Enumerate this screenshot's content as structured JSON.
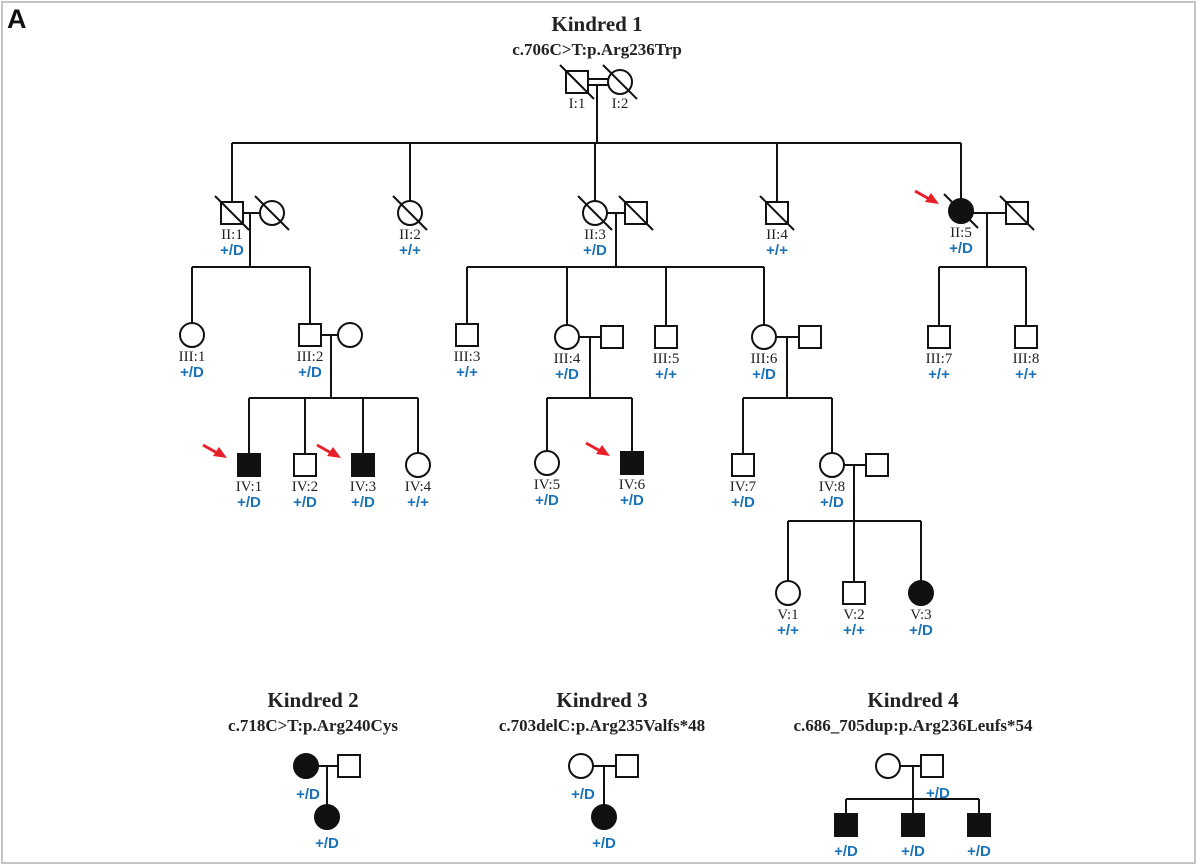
{
  "panel_label": "A",
  "colors": {
    "genotype": "#1a73b8",
    "proband_arrow": "#e8202a",
    "affected": "#111111",
    "line": "#111111"
  },
  "legend_genotypes": {
    "het": "+/D",
    "wt": "+/+"
  },
  "kindreds": [
    {
      "title": "Kindred 1",
      "variant": "c.706C>T:p.Arg236Trp",
      "individuals": [
        {
          "id": "I:1",
          "sex": "male",
          "affected": false,
          "deceased": true,
          "genotype": ""
        },
        {
          "id": "I:2",
          "sex": "female",
          "affected": false,
          "deceased": true,
          "genotype": ""
        },
        {
          "id": "II:1",
          "sex": "male",
          "affected": false,
          "deceased": true,
          "genotype": "+/D"
        },
        {
          "id": "II:1-spouse",
          "sex": "female",
          "affected": false,
          "deceased": true,
          "genotype": ""
        },
        {
          "id": "II:2",
          "sex": "female",
          "affected": false,
          "deceased": true,
          "genotype": "+/+"
        },
        {
          "id": "II:3",
          "sex": "female",
          "affected": false,
          "deceased": true,
          "genotype": "+/D"
        },
        {
          "id": "II:3-spouse",
          "sex": "male",
          "affected": false,
          "deceased": true,
          "genotype": ""
        },
        {
          "id": "II:4",
          "sex": "male",
          "affected": false,
          "deceased": true,
          "genotype": "+/+"
        },
        {
          "id": "II:5",
          "sex": "female",
          "affected": true,
          "deceased": true,
          "proband": true,
          "genotype": "+/D"
        },
        {
          "id": "II:5-spouse",
          "sex": "male",
          "affected": false,
          "deceased": true,
          "genotype": ""
        },
        {
          "id": "III:1",
          "sex": "female",
          "affected": false,
          "deceased": false,
          "genotype": "+/D"
        },
        {
          "id": "III:2",
          "sex": "male",
          "affected": false,
          "deceased": false,
          "genotype": "+/D"
        },
        {
          "id": "III:2-spouse",
          "sex": "female",
          "affected": false,
          "deceased": false,
          "genotype": ""
        },
        {
          "id": "III:3",
          "sex": "male",
          "affected": false,
          "deceased": false,
          "genotype": "+/+"
        },
        {
          "id": "III:4",
          "sex": "female",
          "affected": false,
          "deceased": false,
          "genotype": "+/D"
        },
        {
          "id": "III:4-spouse",
          "sex": "male",
          "affected": false,
          "deceased": false,
          "genotype": ""
        },
        {
          "id": "III:5",
          "sex": "male",
          "affected": false,
          "deceased": false,
          "genotype": "+/+"
        },
        {
          "id": "III:6",
          "sex": "female",
          "affected": false,
          "deceased": false,
          "genotype": "+/D"
        },
        {
          "id": "III:6-spouse",
          "sex": "male",
          "affected": false,
          "deceased": false,
          "genotype": ""
        },
        {
          "id": "III:7",
          "sex": "male",
          "affected": false,
          "deceased": false,
          "genotype": "+/+"
        },
        {
          "id": "III:8",
          "sex": "male",
          "affected": false,
          "deceased": false,
          "genotype": "+/+"
        },
        {
          "id": "IV:1",
          "sex": "male",
          "affected": true,
          "deceased": false,
          "proband": true,
          "genotype": "+/D"
        },
        {
          "id": "IV:2",
          "sex": "male",
          "affected": false,
          "deceased": false,
          "genotype": "+/D"
        },
        {
          "id": "IV:3",
          "sex": "male",
          "affected": true,
          "deceased": false,
          "proband": true,
          "genotype": "+/D"
        },
        {
          "id": "IV:4",
          "sex": "female",
          "affected": false,
          "deceased": false,
          "genotype": "+/+"
        },
        {
          "id": "IV:5",
          "sex": "female",
          "affected": false,
          "deceased": false,
          "genotype": "+/D"
        },
        {
          "id": "IV:6",
          "sex": "male",
          "affected": true,
          "deceased": false,
          "proband": true,
          "genotype": "+/D"
        },
        {
          "id": "IV:7",
          "sex": "male",
          "affected": false,
          "deceased": false,
          "genotype": "+/D"
        },
        {
          "id": "IV:8",
          "sex": "female",
          "affected": false,
          "deceased": false,
          "genotype": "+/D"
        },
        {
          "id": "IV:8-spouse",
          "sex": "male",
          "affected": false,
          "deceased": false,
          "genotype": ""
        },
        {
          "id": "V:1",
          "sex": "female",
          "affected": false,
          "deceased": false,
          "genotype": "+/+"
        },
        {
          "id": "V:2",
          "sex": "male",
          "affected": false,
          "deceased": false,
          "genotype": "+/+"
        },
        {
          "id": "V:3",
          "sex": "female",
          "affected": true,
          "deceased": false,
          "genotype": "+/D"
        }
      ]
    },
    {
      "title": "Kindred 2",
      "variant": "c.718C>T:p.Arg240Cys",
      "individuals": [
        {
          "id": "K2-mother",
          "sex": "female",
          "affected": true,
          "deceased": false,
          "genotype": "+/D"
        },
        {
          "id": "K2-father",
          "sex": "male",
          "affected": false,
          "deceased": false,
          "genotype": ""
        },
        {
          "id": "K2-daughter",
          "sex": "female",
          "affected": true,
          "deceased": false,
          "genotype": "+/D"
        }
      ]
    },
    {
      "title": "Kindred 3",
      "variant": "c.703delC:p.Arg235Valfs*48",
      "individuals": [
        {
          "id": "K3-mother",
          "sex": "female",
          "affected": false,
          "deceased": false,
          "genotype": "+/D"
        },
        {
          "id": "K3-father",
          "sex": "male",
          "affected": false,
          "deceased": false,
          "genotype": ""
        },
        {
          "id": "K3-daughter",
          "sex": "female",
          "affected": true,
          "deceased": false,
          "genotype": "+/D"
        }
      ]
    },
    {
      "title": "Kindred 4",
      "variant": "c.686_705dup:p.Arg236Leufs*54",
      "individuals": [
        {
          "id": "K4-mother",
          "sex": "female",
          "affected": false,
          "deceased": false,
          "genotype": ""
        },
        {
          "id": "K4-father",
          "sex": "male",
          "affected": false,
          "deceased": false,
          "genotype": "+/D"
        },
        {
          "id": "K4-son1",
          "sex": "male",
          "affected": true,
          "deceased": false,
          "genotype": "+/D"
        },
        {
          "id": "K4-son2",
          "sex": "male",
          "affected": true,
          "deceased": false,
          "genotype": "+/D"
        },
        {
          "id": "K4-son3",
          "sex": "male",
          "affected": true,
          "deceased": false,
          "genotype": "+/D"
        }
      ]
    }
  ]
}
